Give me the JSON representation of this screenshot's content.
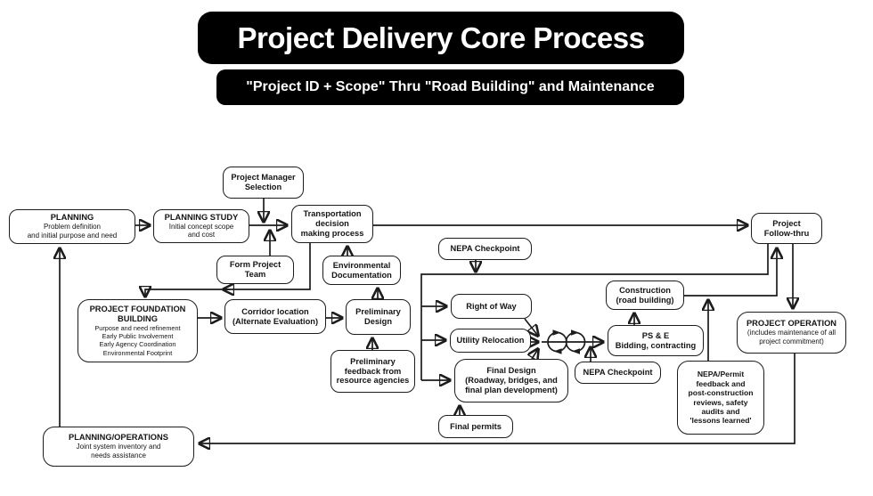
{
  "banner": {
    "title": "Project Delivery Core Process",
    "subtitle": "\"Project ID + Scope\" Thru \"Road Building\" and Maintenance"
  },
  "colors": {
    "banner_bg": "#000000",
    "banner_text": "#ffffff",
    "line": "#1c1c1c",
    "box_bg": "#ffffff",
    "box_border": "#1c1c1c"
  },
  "boxes": {
    "planning": {
      "title": "PLANNING",
      "line1": "Problem definition",
      "line2": "and initial purpose and need"
    },
    "planning_study": {
      "title": "PLANNING STUDY",
      "line1": "Initial concept scope",
      "line2": "and cost"
    },
    "pm_selection": {
      "line1": "Project Manager",
      "line2": "Selection"
    },
    "form_team": {
      "line1": "Form Project",
      "line2": "Team"
    },
    "transportation": {
      "line1": "Transportation",
      "line2": "decision",
      "line3": "making process"
    },
    "env_doc": {
      "line1": "Environmental",
      "line2": "Documentation"
    },
    "nepa_checkpoint_1": {
      "label": "NEPA Checkpoint"
    },
    "foundation": {
      "title1": "PROJECT FOUNDATION",
      "title2": "BUILDING",
      "line1": "Purpose and need refinement",
      "line2": "Early Public Involvement",
      "line3": "Early Agency Coordination",
      "line4": "Environmental Footprint"
    },
    "corridor": {
      "line1": "Corridor location",
      "line2": "(Alternate Evaluation)"
    },
    "prelim_design": {
      "line1": "Preliminary",
      "line2": "Design"
    },
    "prelim_feedback": {
      "line1": "Preliminary",
      "line2": "feedback from",
      "line3": "resource agencies"
    },
    "right_of_way": {
      "label": "Right of Way"
    },
    "utility": {
      "label": "Utility Relocation"
    },
    "final_design": {
      "line1": "Final Design",
      "line2": "(Roadway, bridges, and",
      "line3": "final plan development)"
    },
    "final_permits": {
      "label": "Final permits"
    },
    "nepa_checkpoint_2": {
      "label": "NEPA Checkpoint"
    },
    "pse": {
      "line1": "PS & E",
      "line2": "Bidding, contracting"
    },
    "construction": {
      "line1": "Construction",
      "line2": "(road building)"
    },
    "follow_thru": {
      "line1": "Project",
      "line2": "Follow-thru"
    },
    "operation": {
      "title": "PROJECT OPERATION",
      "line1": "(includes maintenance of all",
      "line2": "project commitment)"
    },
    "nepa_feedback": {
      "line1": "NEPA/Permit",
      "line2": "feedback and",
      "line3": "post-construction",
      "line4": "reviews, safety",
      "line5": "audits and",
      "line6": "'lessons learned'"
    },
    "planning_ops": {
      "title": "PLANNING/OPERATIONS",
      "line1": "Joint system inventory and",
      "line2": "needs assistance"
    }
  }
}
